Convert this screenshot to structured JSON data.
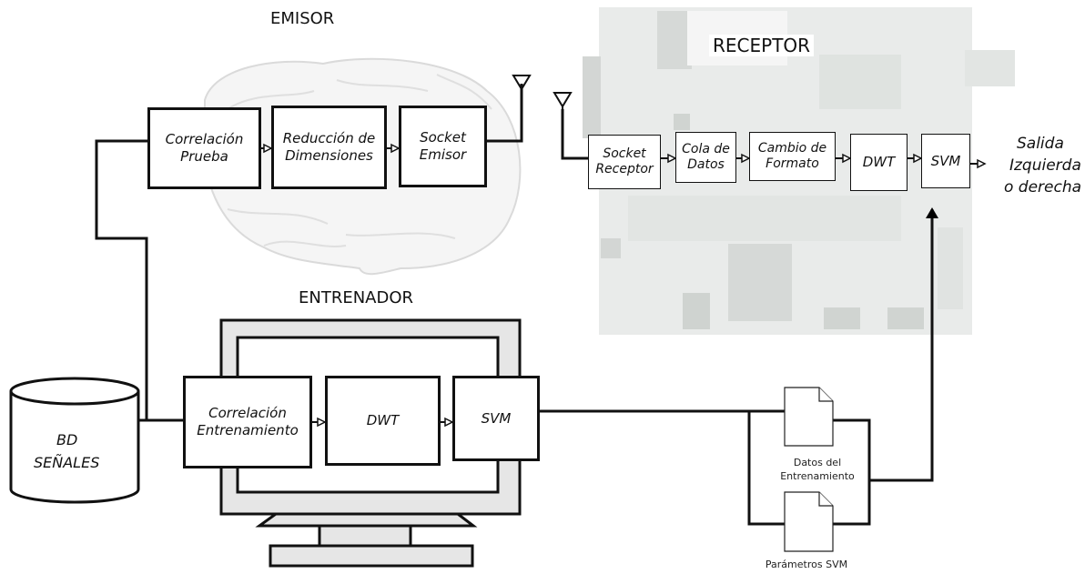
{
  "sections": {
    "emisor": "EMISOR",
    "receptor": "RECEPTOR",
    "entrenador": "ENTRENADOR"
  },
  "emisor_blocks": {
    "correlacion": "Correlación\nPrueba",
    "reduccion": "Reducción de\nDimensiones",
    "socket": "Socket\nEmisor"
  },
  "receptor_blocks": {
    "socket": "Socket\nReceptor",
    "cola": "Cola de\nDatos",
    "cambio": "Cambio de\nFormato",
    "dwt": "DWT",
    "svm": "SVM"
  },
  "output": {
    "line1": "Salida",
    "line2": "Izquierda",
    "line3": "o derecha"
  },
  "entrenador_blocks": {
    "correlacion": "Correlación\nEntrenamiento",
    "dwt": "DWT",
    "svm": "SVM"
  },
  "database": {
    "line1": "BD",
    "line2": "SEÑALES"
  },
  "files": {
    "datos": "Datos  del\nEntrenamiento",
    "parametros": "Parámetros SVM"
  },
  "colors": {
    "ink": "#111111",
    "brain": "#e3e3e3",
    "board": "#e9ebea",
    "board_dark": "#cfd3d0"
  }
}
